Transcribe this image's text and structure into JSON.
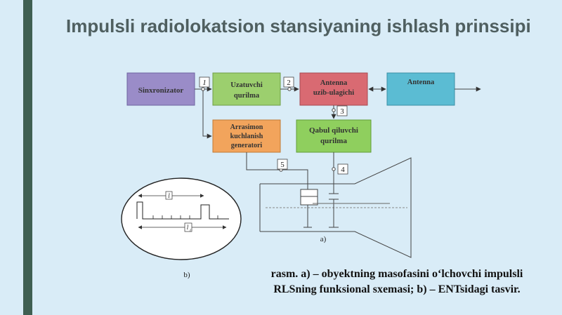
{
  "slide": {
    "title": "Impulsli radiolokatsion stansiyaning ishlash prinssipi"
  },
  "blocks": {
    "sinxronizator": "Sinxronizator",
    "uzatuvchi_1": "Uzatuvchi",
    "uzatuvchi_2": "qurilma",
    "antenna_uzib_1": "Antenna",
    "antenna_uzib_2": "uzib-ulagichi",
    "antenna": "Antenna",
    "arrasimon_1": "Arrasimon",
    "arrasimon_2": "kuchlanish",
    "arrasimon_3": "generatori",
    "qabul_1": "Qabul qiluvchi",
    "qabul_2": "qurilma"
  },
  "markers": {
    "m1": "1",
    "m2": "2",
    "m3": "3",
    "m4": "4",
    "m5": "5"
  },
  "labels": {
    "fig_a": "a)",
    "fig_b": "b)",
    "screen_marker_1": "l",
    "screen_marker_2": "l",
    "screen_marker_2_sub": "i"
  },
  "caption": {
    "line1": "rasm. a) – obyektning masofasini o‘lchovchi impulsli",
    "line2": "RLSning funksional sxemasi; b) – ENTsidagi tasvir."
  },
  "colors": {
    "sinxronizator": "#9a8cc8",
    "uzatuvchi": "#9ccf6e",
    "antenna_uzib": "#d96a72",
    "antenna": "#5bbcd3",
    "arrasimon": "#f2a45c",
    "qabul": "#8fcf5e",
    "background": "#d9ecf7",
    "accent_bar": "#3f5f52"
  }
}
